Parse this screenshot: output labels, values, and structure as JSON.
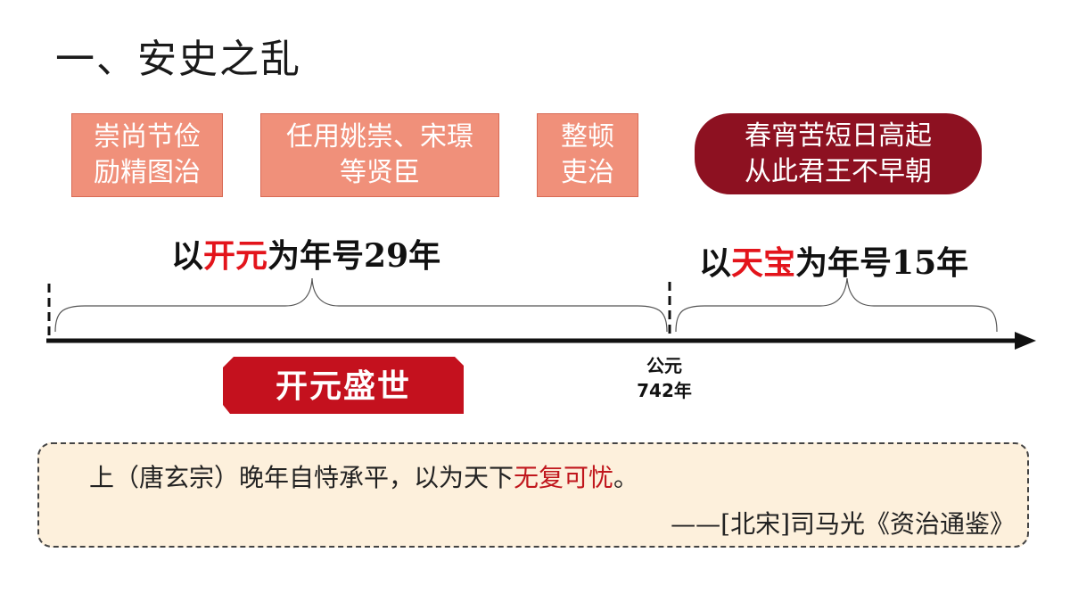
{
  "title": "一、安史之乱",
  "policies": [
    {
      "line1": "崇尚节俭",
      "line2": "励精图治"
    },
    {
      "line1": "任用姚崇、宋璟",
      "line2": "等贤臣"
    },
    {
      "line1": "整顿",
      "line2": "吏治"
    }
  ],
  "poem": {
    "line1": "春宵苦短日高起",
    "line2": "从此君王不早朝"
  },
  "era_kaiyuan": {
    "prefix": "以",
    "highlight": "开元",
    "suffix": "为年号29年"
  },
  "era_tianbao": {
    "prefix": "以",
    "highlight": "天宝",
    "suffix": "为年号15年"
  },
  "banner": "开元盛世",
  "year_marker": {
    "line1": "公元",
    "line2": "742年"
  },
  "quote": {
    "text_before": "上（唐玄宗）晚年自恃承平，以为天下",
    "text_highlight": "无复可忧",
    "text_after": "。",
    "source": "——[北宋]司马光《资治通鉴》"
  },
  "colors": {
    "box_fill": "#f0907a",
    "pill_fill": "#8d1121",
    "banner_fill": "#c4111e",
    "highlight": "#e3141b",
    "quote_bg": "#fdf0dc"
  }
}
